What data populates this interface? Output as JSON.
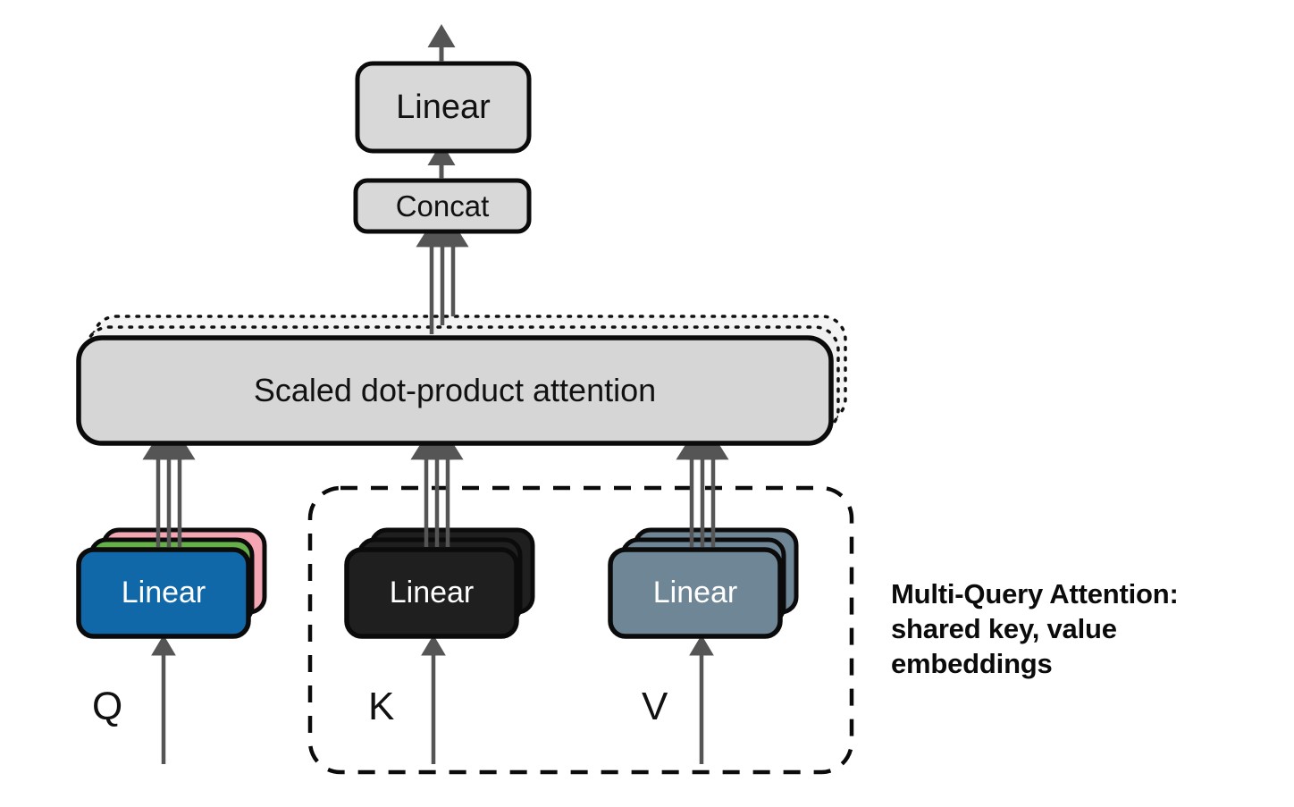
{
  "figure": {
    "title_annotation": {
      "line1": "Multi-Query Attention:",
      "line2": "shared key, value",
      "line3": "embeddings"
    }
  },
  "nodes": {
    "output_linear": {
      "label": "Linear",
      "fill": "#d8d8d8",
      "text_color": "#111111"
    },
    "concat": {
      "label": "Concat",
      "fill": "#d8d8d8",
      "text_color": "#111111"
    },
    "attention": {
      "label": "Scaled dot-product attention",
      "fill": "#d6d6d6",
      "text_color": "#111111"
    },
    "q_linear": {
      "label": "Linear",
      "fill": "#1168a8",
      "text_color": "#ffffff"
    },
    "k_linear": {
      "label": "Linear",
      "fill": "#1f1f1f",
      "text_color": "#ffffff"
    },
    "v_linear": {
      "label": "Linear",
      "fill": "#6f8697",
      "text_color": "#ffffff"
    }
  },
  "stack_colors": {
    "q_back": "#f4a6b4",
    "q_mid": "#66b04a",
    "q_front": "#1168a8",
    "k_all": "#1f1f1f",
    "v_all": "#6f8697"
  },
  "inputs": {
    "q_label": "Q",
    "k_label": "K",
    "v_label": "V"
  },
  "colors": {
    "arrow": "#555555",
    "stroke": "#0b0b0b",
    "dotted_stack": "#f0f0f0",
    "background": "#ffffff"
  },
  "grouping": {
    "shared_kv_box": "dashed-group-k-v"
  }
}
